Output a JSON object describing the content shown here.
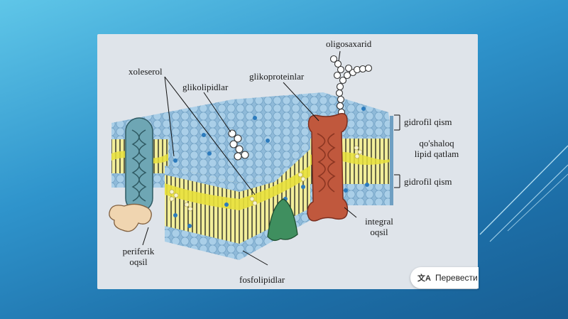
{
  "diagram": {
    "labels": {
      "oligosaccharide": "oligosaxarid",
      "cholesterol": "xoleserol",
      "glycolipids": "glikolipidlar",
      "glycoproteins": "glikoproteinlar",
      "hydrophilic_top": "gidrofil qism",
      "bilayer_line1": "qo'shaloq",
      "bilayer_line2": "lipid qatlam",
      "hydrophilic_bottom": "gidrofil qism",
      "integral_line1": "integral",
      "integral_line2": "oqsil",
      "peripheral_line1": "periferik",
      "peripheral_line2": "oqsil",
      "phospholipids": "fosfolipidlar"
    }
  },
  "overlay": {
    "translate_icon": "translate-icon",
    "translate_label": "Перевести"
  },
  "colors": {
    "head": "#a9cde6",
    "tail": "#e8e03c",
    "cholesterol_dot": "#2c7bbd",
    "integral_protein": "#c0583d",
    "peripheral_protein": "#6ea6b4",
    "green_protein": "#3f8f5f"
  }
}
